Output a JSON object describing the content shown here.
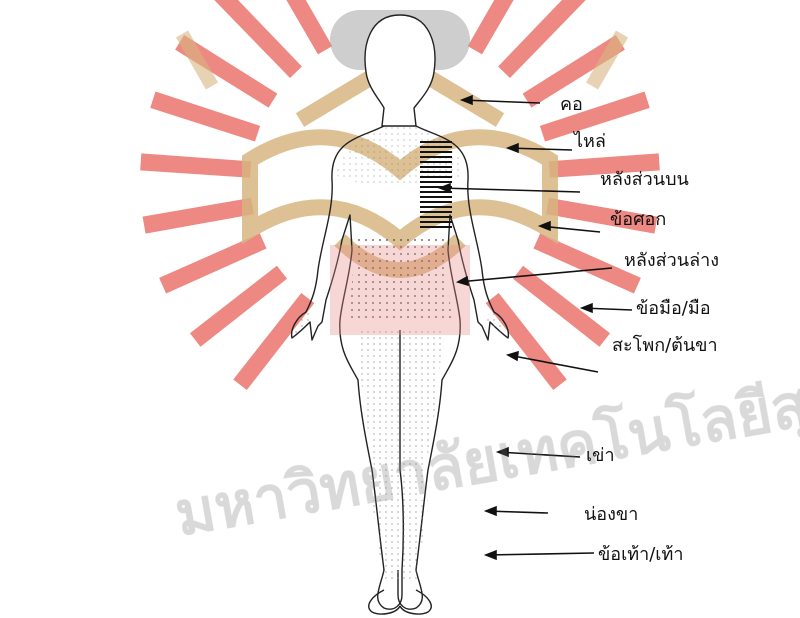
{
  "diagram": {
    "labels": {
      "neck": "คอ",
      "shoulder": "ไหล่",
      "upper_back": "หลังส่วนบน",
      "elbow": "ข้อศอก",
      "lower_back": "หลังส่วนล่าง",
      "wrist_hand": "ข้อมือ/มือ",
      "hip_thigh": "สะโพก/ต้นขา",
      "knee": "เข่า",
      "calf": "น่องขา",
      "ankle_foot": "ข้อเท้า/เท้า"
    }
  },
  "watermark": {
    "text_line1": "มหาวิทยาลัยเทคโนโลยีสุรนารี",
    "color_red": "#e8635a",
    "color_tan": "#c9a46a"
  }
}
